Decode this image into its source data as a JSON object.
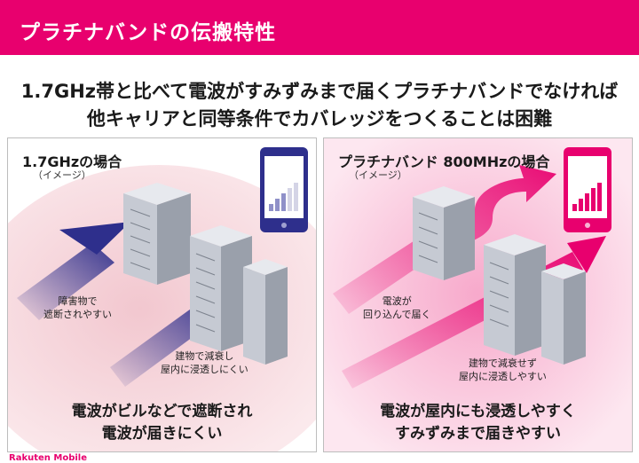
{
  "header": {
    "title": "プラチナバンドの伝搬特性"
  },
  "headline": {
    "line1": "1.7GHz帯と比べて電波がすみずみまで届くプラチナバンドでなければ",
    "line2": "他キャリアと同等条件でカバレッジをつくることは困難"
  },
  "left_panel": {
    "title": "1.7GHzの場合",
    "subtitle": "（イメージ）",
    "label_blocked": [
      "障害物で",
      "遮断されやすい"
    ],
    "label_attenuate": [
      "建物で減衰し",
      "屋内に浸透しにくい"
    ],
    "conclusion": [
      "電波がビルなどで遮断され",
      "電波が届きにくい"
    ],
    "signal_level": 0.6,
    "color": "#2e2f8c"
  },
  "right_panel": {
    "title": "プラチナバンド 800MHzの場合",
    "subtitle": "（イメージ）",
    "label_diffract": [
      "電波が",
      "回り込んで届く"
    ],
    "label_penetrate": [
      "建物で減衰せず",
      "屋内に浸透しやすい"
    ],
    "conclusion": [
      "電波が屋内にも浸透しやすく",
      "すみずみまで届きやすい"
    ],
    "signal_level": 1.0,
    "color": "#e8006e"
  },
  "footer": {
    "brand": "Rakuten Mobile"
  }
}
